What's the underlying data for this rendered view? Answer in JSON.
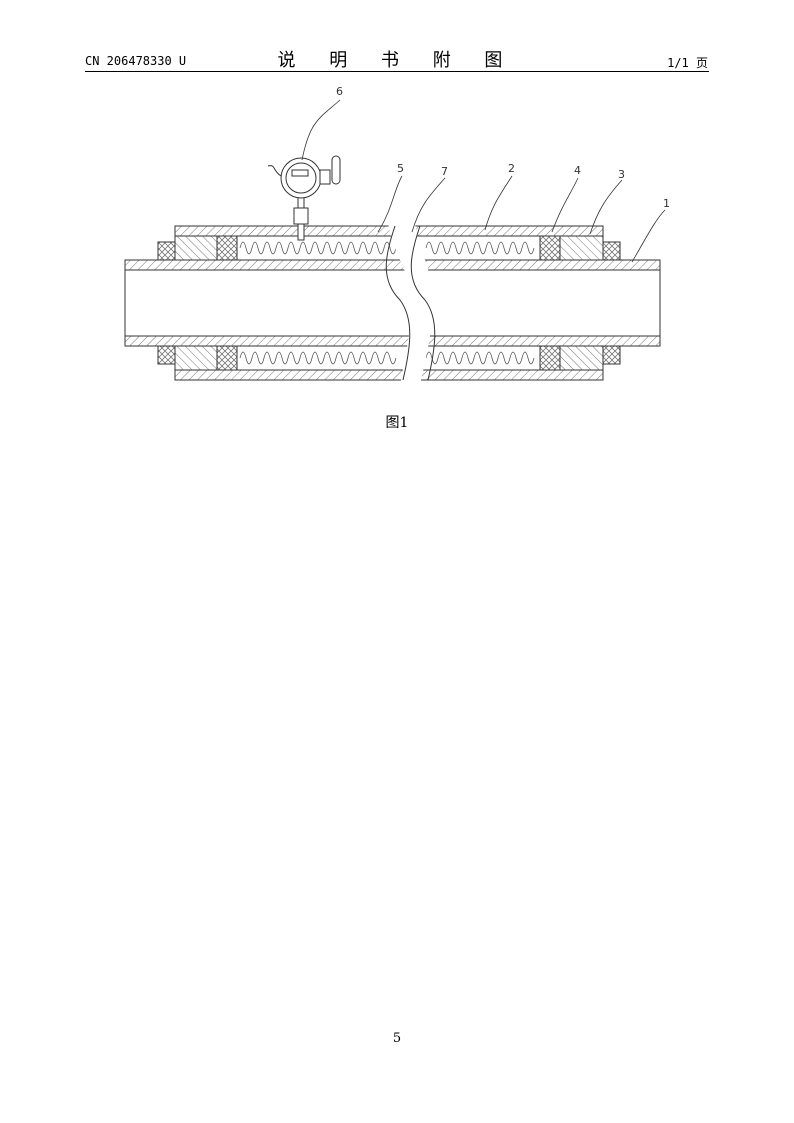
{
  "header": {
    "doc_number": "CN 206478330 U",
    "title": "说 明 书 附 图",
    "page_info": "1/1 页"
  },
  "figure": {
    "caption": "图1",
    "labels": [
      "1",
      "2",
      "3",
      "4",
      "5",
      "6",
      "7"
    ]
  },
  "footer": {
    "page_number": "5"
  },
  "colors": {
    "ink": "#333333",
    "hatch": "#777777"
  }
}
